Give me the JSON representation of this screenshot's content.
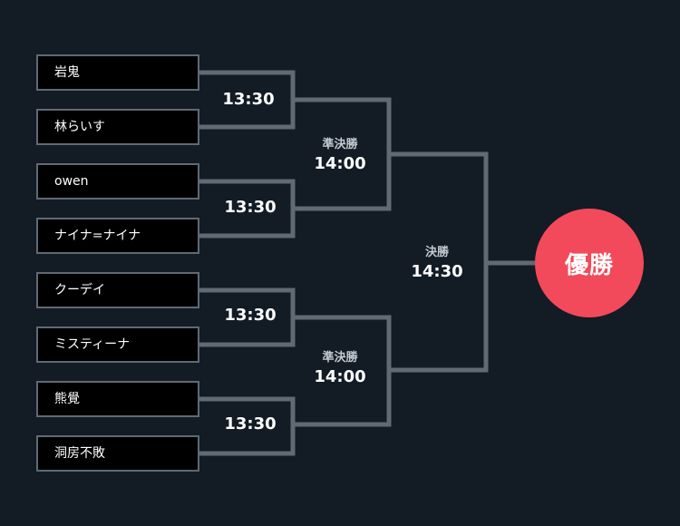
{
  "bracket": {
    "players": [
      "岩鬼",
      "林らいす",
      "owen",
      "ナイナ=ナイナ",
      "クーデイ",
      "ミスティーナ",
      "熊覺",
      "洞房不敗"
    ],
    "first_round_times": [
      "13:30",
      "13:30",
      "13:30",
      "13:30"
    ],
    "semifinals": [
      {
        "title": "準決勝",
        "time": "14:00"
      },
      {
        "title": "準決勝",
        "time": "14:00"
      }
    ],
    "final": {
      "title": "決勝",
      "time": "14:30"
    },
    "champion_label": "優勝"
  },
  "colors": {
    "background": "#131b24",
    "line": "#5f6a73",
    "player_box": "#000000",
    "champion": "#f24a5a"
  }
}
